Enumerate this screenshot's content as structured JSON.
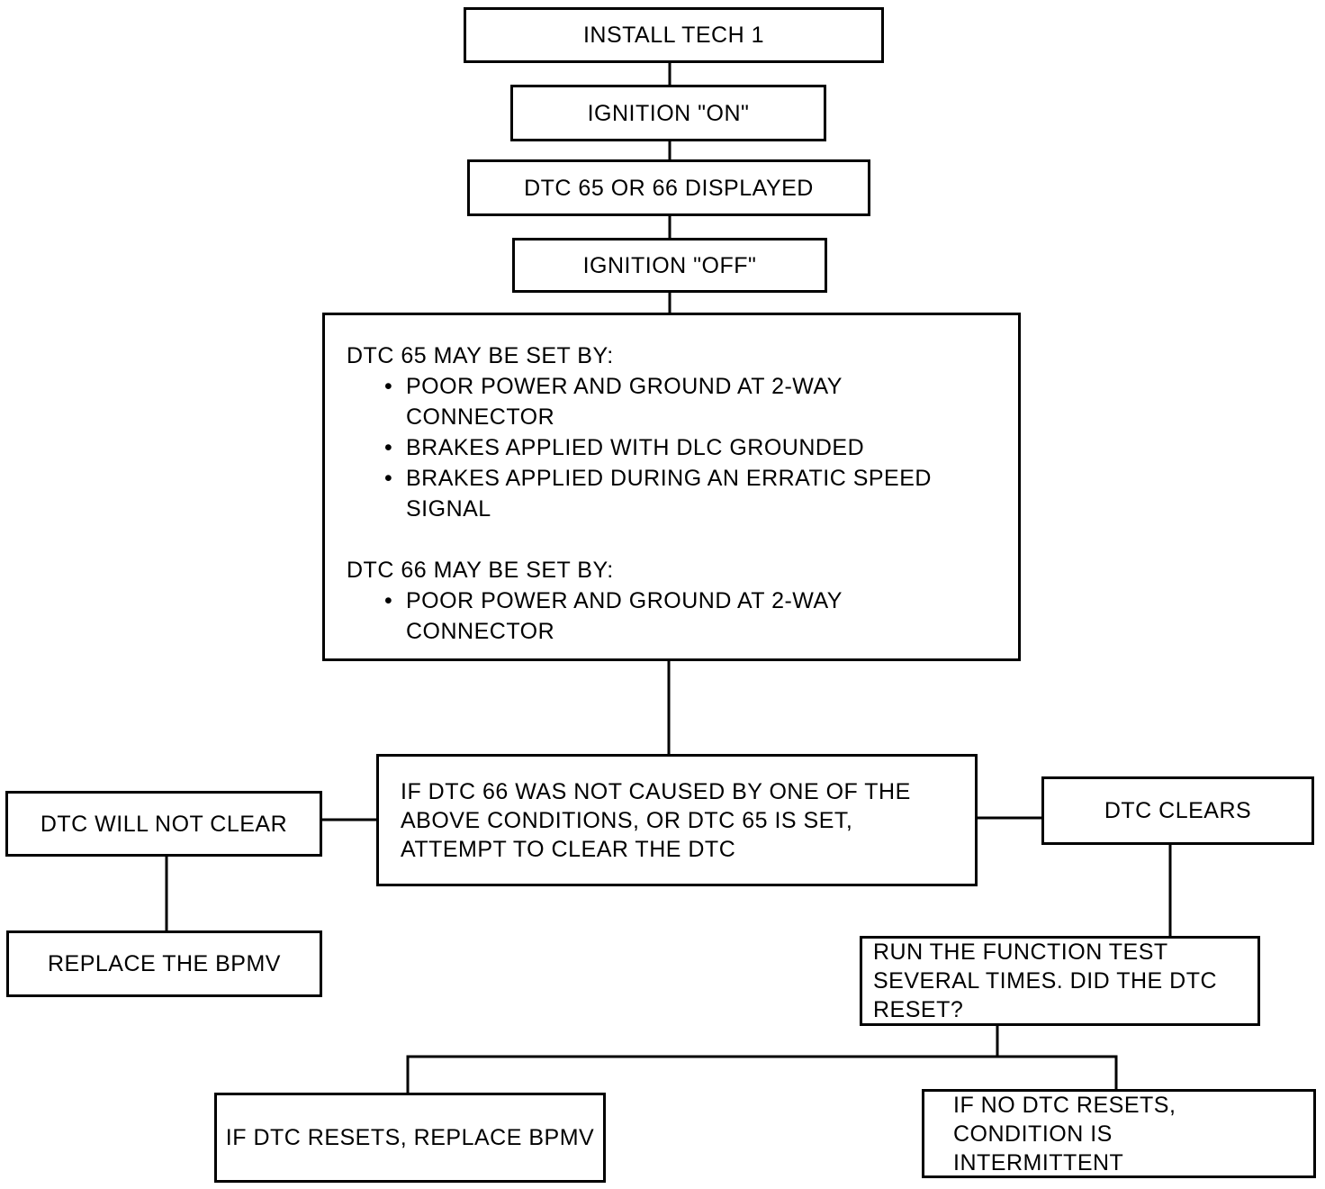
{
  "flowchart": {
    "step_install": "INSTALL TECH 1",
    "step_ign_on": "IGNITION \"ON\"",
    "step_dtc_displayed": "DTC 65 OR 66 DISPLAYED",
    "step_ign_off": "IGNITION \"OFF\"",
    "causes": {
      "dtc65_header": "DTC 65 MAY BE SET BY:",
      "dtc65_items": [
        "POOR POWER AND GROUND AT 2-WAY CONNECTOR",
        "BRAKES APPLIED WITH DLC GROUNDED",
        "BRAKES APPLIED DURING AN ERRATIC SPEED SIGNAL"
      ],
      "dtc66_header": "DTC 66 MAY BE SET BY:",
      "dtc66_items": [
        "POOR POWER AND GROUND AT 2-WAY CONNECTOR"
      ]
    },
    "attempt_clear": "IF DTC 66 WAS NOT CAUSED BY ONE OF THE ABOVE CONDITIONS, OR DTC 65 IS SET, ATTEMPT TO CLEAR THE DTC",
    "will_not_clear": "DTC WILL NOT CLEAR",
    "replace_bpmv": "REPLACE THE BPMV",
    "dtc_clears": "DTC CLEARS",
    "run_function_test": "RUN THE FUNCTION TEST SEVERAL TIMES. DID THE DTC RESET?",
    "if_resets": "IF DTC RESETS, REPLACE BPMV",
    "if_no_reset": "IF NO DTC RESETS, CONDITION IS INTERMITTENT"
  }
}
